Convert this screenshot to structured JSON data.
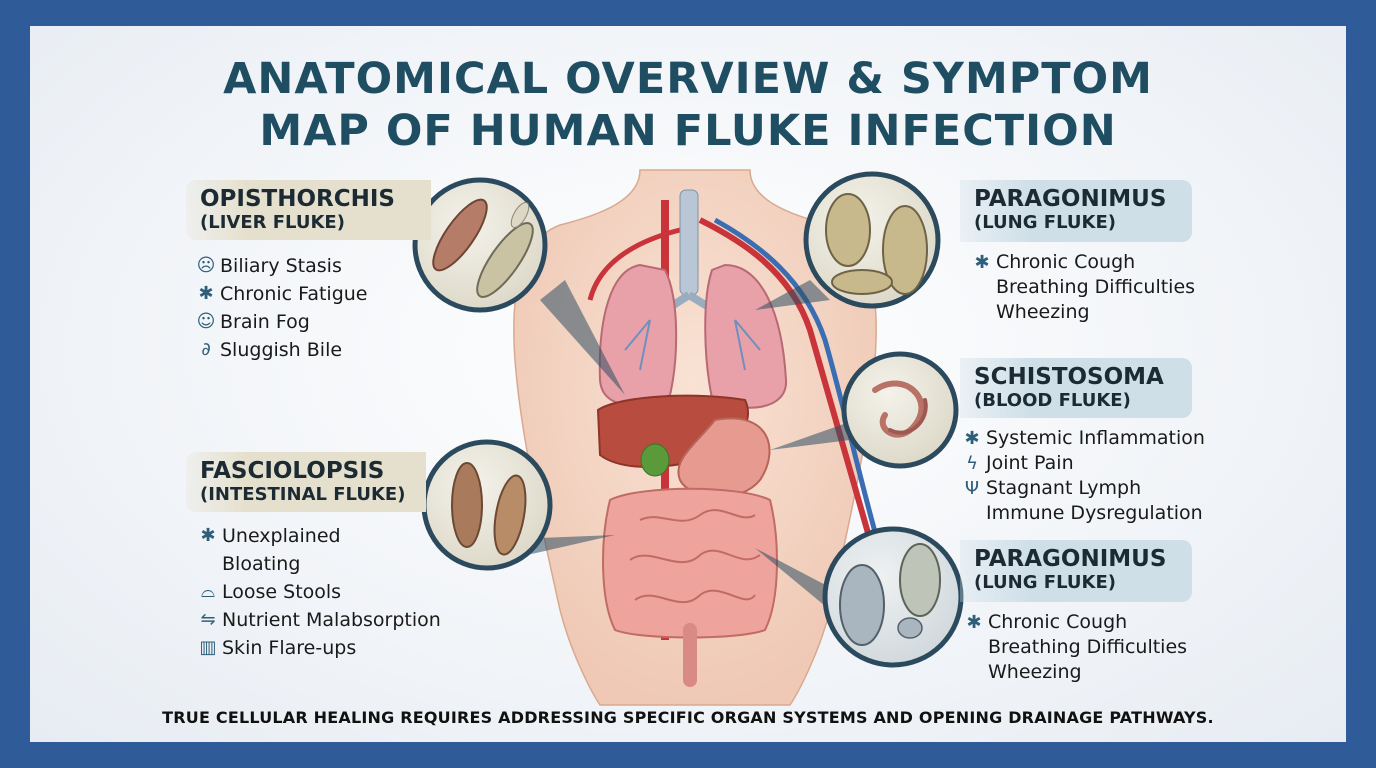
{
  "title": {
    "line1": "ANATOMICAL OVERVIEW & SYMPTOM",
    "line2": "MAP OF HUMAN FLUKE INFECTION"
  },
  "flukes": {
    "opisthorchis": {
      "name": "OPISTHORCHIS",
      "type": "(LIVER FLUKE)",
      "symptoms": [
        {
          "icon": "sad-face-icon",
          "text": "Biliary Stasis"
        },
        {
          "icon": "asterisk-icon",
          "text": "Chronic Fatigue"
        },
        {
          "icon": "brain-head-icon",
          "text": "Brain Fog"
        },
        {
          "icon": "stomach-icon",
          "text": "Sluggish Bile"
        }
      ]
    },
    "fasciolopsis": {
      "name": "FASCIOLOPSIS",
      "type": "(INTESTINAL FLUKE)",
      "symptoms": [
        {
          "icon": "asterisk-icon",
          "text": "Unexplained"
        },
        {
          "icon": "",
          "text": "Bloating"
        },
        {
          "icon": "abdomen-icon",
          "text": "Loose Stools"
        },
        {
          "icon": "absorption-icon",
          "text": "Nutrient Malabsorption"
        },
        {
          "icon": "skin-icon",
          "text": "Skin Flare-ups"
        }
      ]
    },
    "paragonimus_top": {
      "name": "PARAGONIMUS",
      "type": "(LUNG FLUKE)",
      "symptoms": [
        {
          "icon": "asterisk-icon",
          "text": "Chronic Cough"
        },
        {
          "icon": "",
          "text": "Breathing Difficulties"
        },
        {
          "icon": "",
          "text": "Wheezing"
        }
      ]
    },
    "schistosoma": {
      "name": "SCHISTOSOMA",
      "type": "(BLOOD FLUKE)",
      "symptoms": [
        {
          "icon": "asterisk-icon",
          "text": "Systemic Inflammation"
        },
        {
          "icon": "lightning-icon",
          "text": "Joint Pain"
        },
        {
          "icon": "lymph-icon",
          "text": "Stagnant Lymph"
        },
        {
          "icon": "",
          "text": "Immune Dysregulation"
        }
      ]
    },
    "paragonimus_bottom": {
      "name": "PARAGONIMUS",
      "type": "(LUNG FLUKE)",
      "symptoms": [
        {
          "icon": "asterisk-icon",
          "text": "Chronic Cough"
        },
        {
          "icon": "",
          "text": "Breathing Difficulties"
        },
        {
          "icon": "",
          "text": "Wheezing"
        }
      ]
    }
  },
  "footer": "TRUE CELLULAR HEALING REQUIRES ADDRESSING SPECIFIC ORGAN SYSTEMS AND OPENING DRAINAGE PATHWAYS.",
  "colors": {
    "frame": "#2f5b99",
    "title": "#1f4e63",
    "liver_label_bg": "#e5e0cd",
    "lung_label_bg": "#cfdfe8",
    "magnifier_ring": "#2c4a5e"
  }
}
